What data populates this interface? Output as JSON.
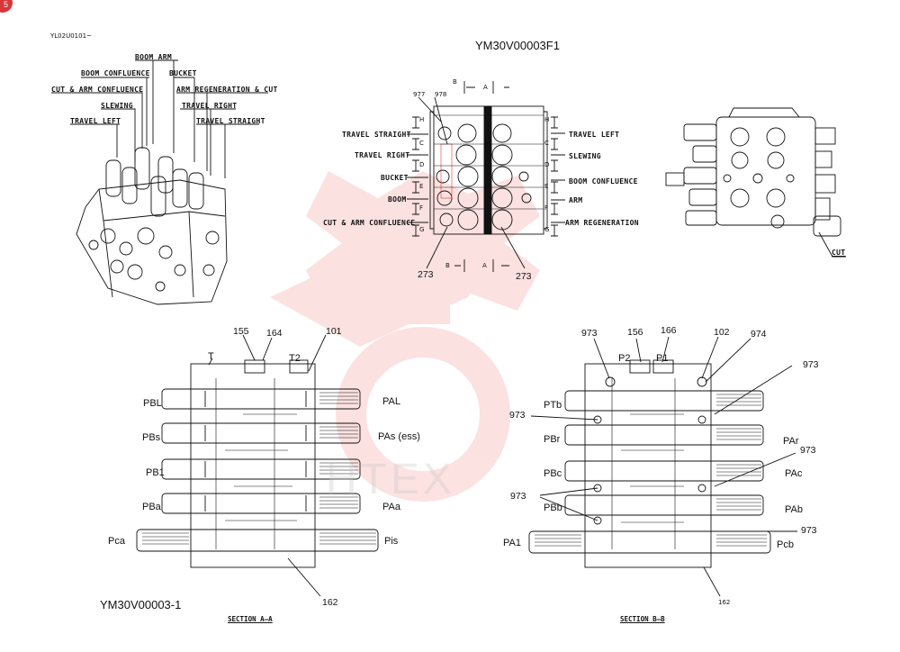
{
  "page": {
    "badge": "5",
    "top_code": "YL02U0101~",
    "drawing_id": "YM30V00003F1",
    "sub_drawing_id": "YM30V00003-1",
    "watermark": "HTEX",
    "accent_color": "#e8342e",
    "line_color": "#111111"
  },
  "iso_view": {
    "labels": [
      "BOOM ARM",
      "BOOM CONFLUENCE",
      "BUCKET",
      "CUT & ARM CONFLUENCE",
      "ARM REGENERATION & CUT",
      "SLEWING",
      "TRAVEL RIGHT",
      "TRAVEL LEFT",
      "TRAVEL STRAIGHT"
    ]
  },
  "front_view": {
    "left_labels": [
      "TRAVEL STRAIGHT",
      "TRAVEL RIGHT",
      "BUCKET",
      "BOOM",
      "CUT & ARM CONFLUENCE"
    ],
    "right_labels": [
      "TRAVEL LEFT",
      "SLEWING",
      "BOOM CONFLUENCE",
      "ARM",
      "ARM REGENERATION"
    ],
    "left_letters": [
      "H",
      "C",
      "D",
      "E",
      "F",
      "G"
    ],
    "right_letters": [
      "H",
      "C",
      "D",
      "E",
      "F",
      "G"
    ],
    "section_marks": [
      "B",
      "A",
      "B",
      "A"
    ],
    "parts": [
      "977",
      "978",
      "273",
      "273"
    ]
  },
  "side_view": {
    "cut_label": "CUT"
  },
  "section_aa": {
    "title": "SECTION  A—A",
    "top_ports": [
      "T",
      "T2"
    ],
    "part_numbers": [
      "155",
      "164",
      "101",
      "162"
    ],
    "left_ports": [
      "PBL",
      "PBs",
      "PB1",
      "PBa",
      "Pca"
    ],
    "right_ports": [
      "PAL",
      "PAs (ess)",
      "PAa",
      "Pis"
    ]
  },
  "section_bb": {
    "title": "SECTION  B—B",
    "top_ports": [
      "P2",
      "P1"
    ],
    "part_numbers": [
      "973",
      "156",
      "166",
      "102",
      "974",
      "973",
      "973",
      "973",
      "973",
      "973",
      "162"
    ],
    "left_ports": [
      "PTb",
      "PBr",
      "PBc",
      "PBb",
      "PA1"
    ],
    "right_ports": [
      "PAr",
      "PAc",
      "PAb",
      "Pcb"
    ]
  }
}
